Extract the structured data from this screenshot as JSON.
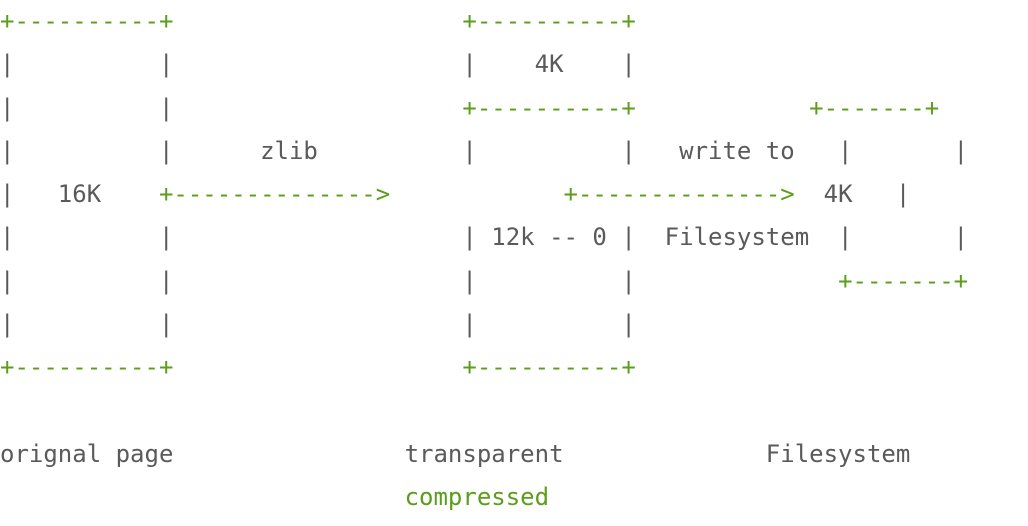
{
  "colors": {
    "text": "#5a5a5a",
    "border": "#5a9e1a",
    "highlight": "#5a9e1a"
  },
  "lines": [
    [
      {
        "t": "+----------+",
        "g": true
      },
      {
        "t": "                    "
      },
      {
        "t": "+----------+",
        "g": true
      }
    ],
    [
      {
        "t": "|          |                    |    4K    |"
      }
    ],
    [
      {
        "t": "|          |                    "
      },
      {
        "t": "+----------+",
        "g": true
      },
      {
        "t": "            "
      },
      {
        "t": "+-------+",
        "g": true
      }
    ],
    [
      {
        "t": "|          |      zlib          |          |   write to   |       |"
      }
    ],
    [
      {
        "t": "|   16K    "
      },
      {
        "t": "+-------------->",
        "g": true
      },
      {
        "t": "            "
      },
      {
        "t": "+-------------->",
        "g": true
      },
      {
        "t": "  4K   |"
      }
    ],
    [
      {
        "t": "|          |                    | 12k -- 0 |  Filesystem  |       |"
      }
    ],
    [
      {
        "t": "|          |                    |          |              "
      },
      {
        "t": "+-------+",
        "g": true
      }
    ],
    [
      {
        "t": "|          |                    |          |"
      }
    ],
    [
      {
        "t": "+----------+",
        "g": true
      },
      {
        "t": "                    "
      },
      {
        "t": "+----------+",
        "g": true
      }
    ],
    [
      {
        "t": ""
      }
    ],
    [
      {
        "t": "orignal page                transparent              Filesystem"
      }
    ],
    [
      {
        "t": "                            "
      },
      {
        "t": "compressed",
        "g": true
      }
    ]
  ]
}
